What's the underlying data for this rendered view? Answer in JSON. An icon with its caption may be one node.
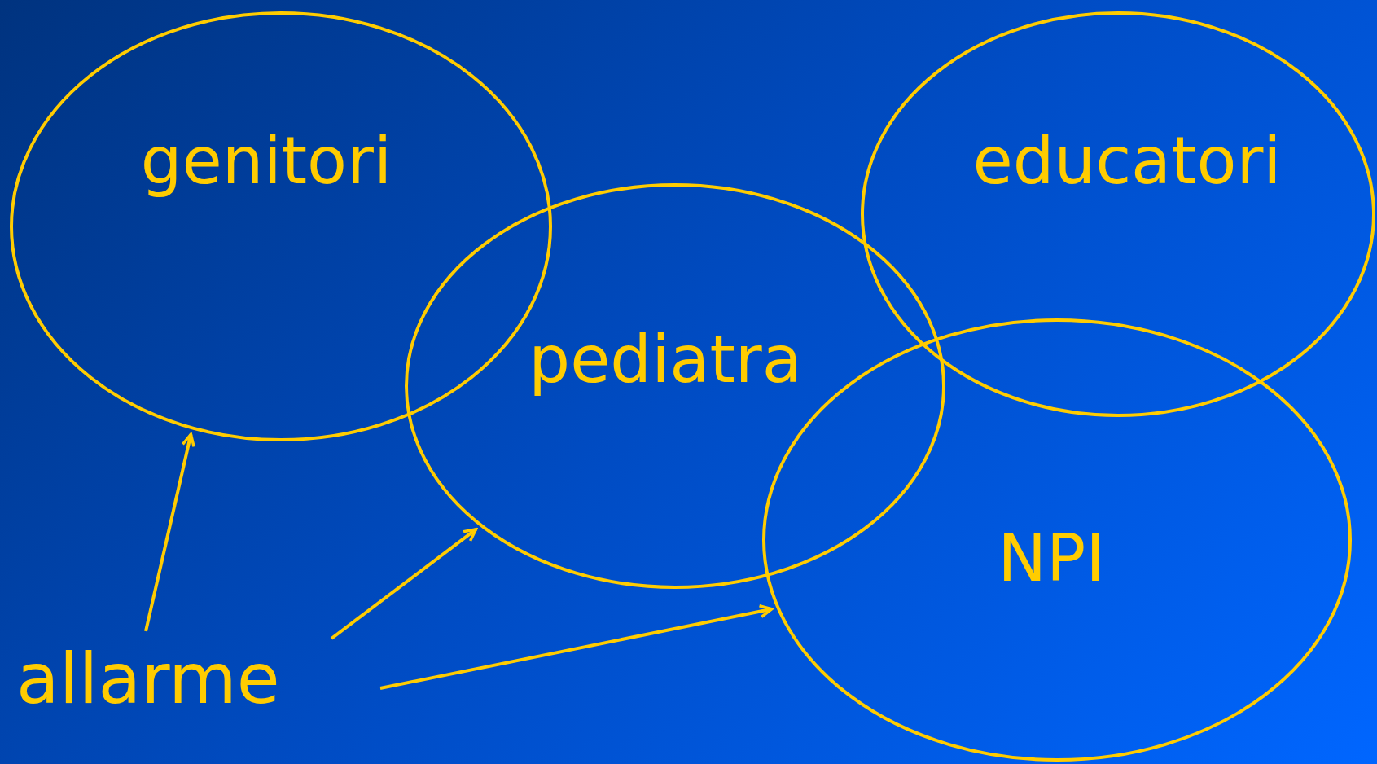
{
  "diagram": {
    "nodes": [
      {
        "text": [
          "genitori"
        ]
      },
      {
        "text": [
          "pediatra"
        ]
      },
      {
        "text": [
          "educatori"
        ]
      },
      {
        "text": [
          "NPI"
        ]
      },
      {
        "text": [
          "allarme"
        ]
      }
    ],
    "edges": [
      {
        "from": 4,
        "to": 0,
        "arrow": "to"
      },
      {
        "from": 4,
        "to": 1,
        "arrow": "to"
      },
      {
        "from": 4,
        "to": 3,
        "arrow": "to"
      }
    ]
  }
}
